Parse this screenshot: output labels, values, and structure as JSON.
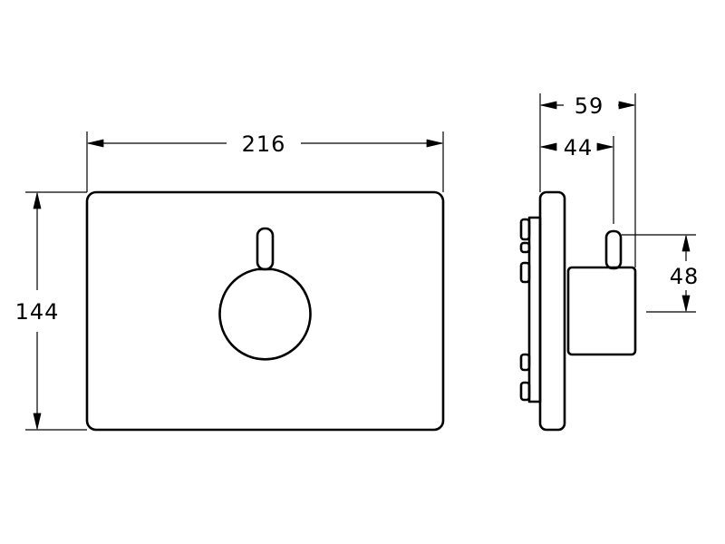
{
  "dimensions": {
    "width": "216",
    "height": "144",
    "depth_total": "59",
    "depth_body": "44",
    "handle_diameter": "48"
  }
}
